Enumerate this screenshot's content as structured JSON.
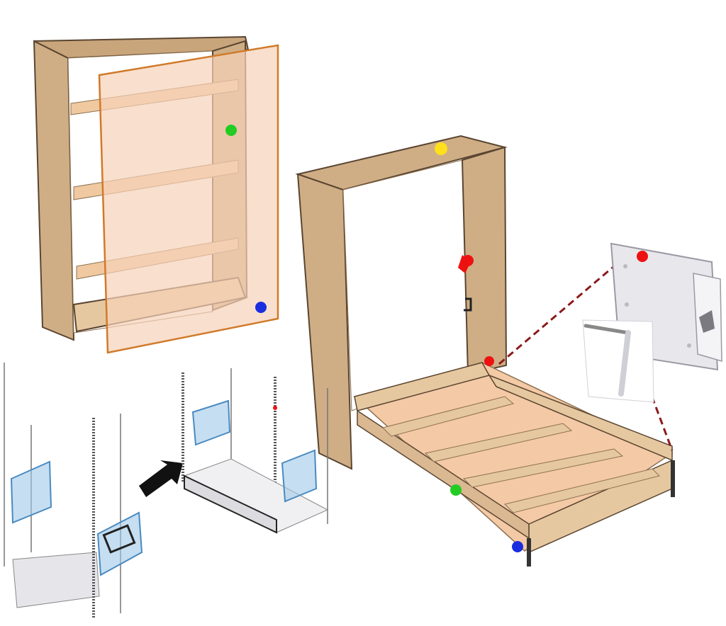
{
  "figure": {
    "panels": [
      {
        "name": "closed-cabinet",
        "description_visible_text": ""
      },
      {
        "name": "open-murphy-bed",
        "description_visible_text": ""
      },
      {
        "name": "mechanism-detail",
        "description_visible_text": ""
      },
      {
        "name": "installation-steps",
        "description_visible_text": ""
      }
    ],
    "markers": [
      {
        "name": "green-dot-cabinet",
        "color": "#22cc22"
      },
      {
        "name": "blue-dot-cabinet",
        "color": "#1a2ee0"
      },
      {
        "name": "yellow-dot-bed-top",
        "color": "#ffe01a"
      },
      {
        "name": "red-dot-bed-side",
        "color": "#ee1111"
      },
      {
        "name": "red-dot-bed-hinge",
        "color": "#ee1111"
      },
      {
        "name": "red-dot-mechanism",
        "color": "#ee1111"
      },
      {
        "name": "green-dot-bed-frame",
        "color": "#22cc22"
      },
      {
        "name": "blue-dot-bed-frame",
        "color": "#1a2ee0"
      }
    ],
    "colors": {
      "wood_frame": "#cfae86",
      "wood_edge": "#5a4530",
      "panel_peach": "#f6d2b8",
      "panel_outline": "#d07a2a",
      "bed_base": "#f4c9a6",
      "slat": "#e6c8a0",
      "mechanism_plate": "#e8e8ec",
      "bracket_blue": "#9fc8e8",
      "dashed_link": "#8b1a1a",
      "arrow": "#111111"
    }
  }
}
